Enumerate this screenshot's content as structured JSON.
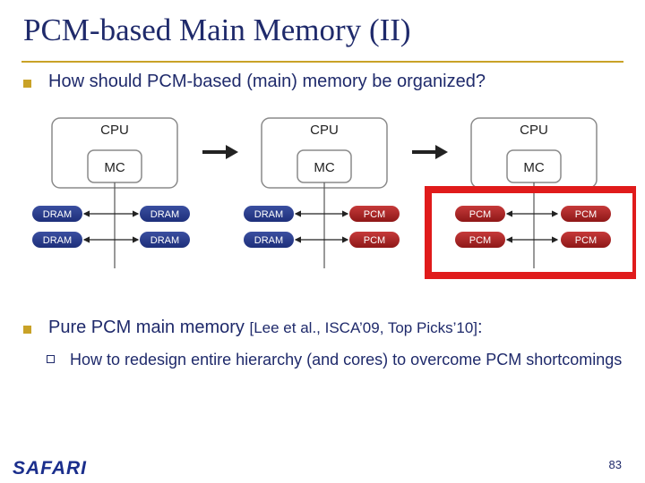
{
  "slide": {
    "title": "PCM-based Main Memory (II)",
    "bullet1": "How should PCM-based (main) memory be organized?",
    "bullet2_main": "Pure PCM main memory",
    "bullet2_cite": "[Lee et al., ISCA’09, Top Picks’10]",
    "bullet2_colon": ":",
    "sub_bullet": "How to redesign entire hierarchy (and cores) to overcome PCM shortcomings",
    "footer_logo": "SAFARI",
    "page_number": "83"
  },
  "diagram": {
    "cpu_label": "CPU",
    "mc_label": "MC",
    "dram_label": "DRAM",
    "pcm_label": "PCM",
    "colors": {
      "dram_chip": "#1e2f7a",
      "pcm_chip": "#a11c1c",
      "highlight_box": "#e01b1b",
      "box_border": "#8a8a8a"
    }
  }
}
